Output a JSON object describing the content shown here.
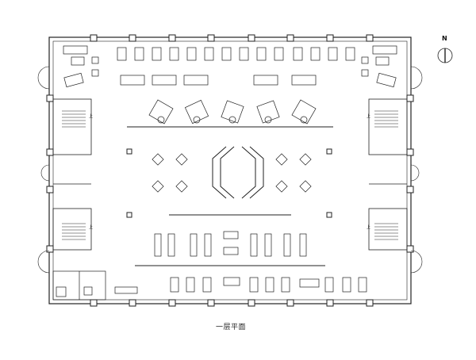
{
  "north": {
    "label": "N"
  },
  "caption": "一层平面",
  "stair_up_label": "上"
}
